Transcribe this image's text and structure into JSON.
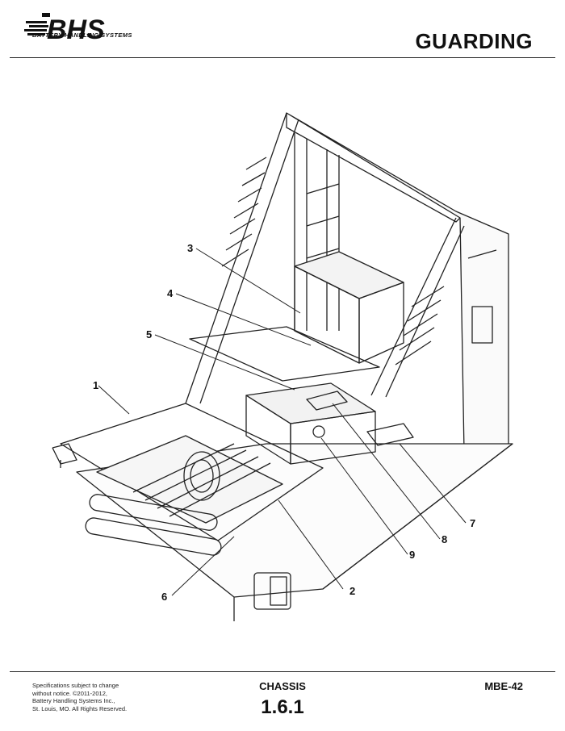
{
  "header": {
    "logo_text": "BHS",
    "logo_subtitle": "BATTERY HANDLING SYSTEMS",
    "page_title": "GUARDING"
  },
  "drawing": {
    "callouts": [
      {
        "number": "1"
      },
      {
        "number": "2"
      },
      {
        "number": "3"
      },
      {
        "number": "4"
      },
      {
        "number": "5"
      },
      {
        "number": "6"
      },
      {
        "number": "7"
      },
      {
        "number": "8"
      },
      {
        "number": "9"
      }
    ]
  },
  "footer": {
    "note_lines": [
      "Specifications subject to change",
      "without notice. ©2011-2012,",
      "Battery Handling Systems Inc.,",
      "St. Louis, MO. All Rights Reserved."
    ],
    "section_name": "CHASSIS",
    "section_number": "1.6.1",
    "model": "MBE-42"
  }
}
